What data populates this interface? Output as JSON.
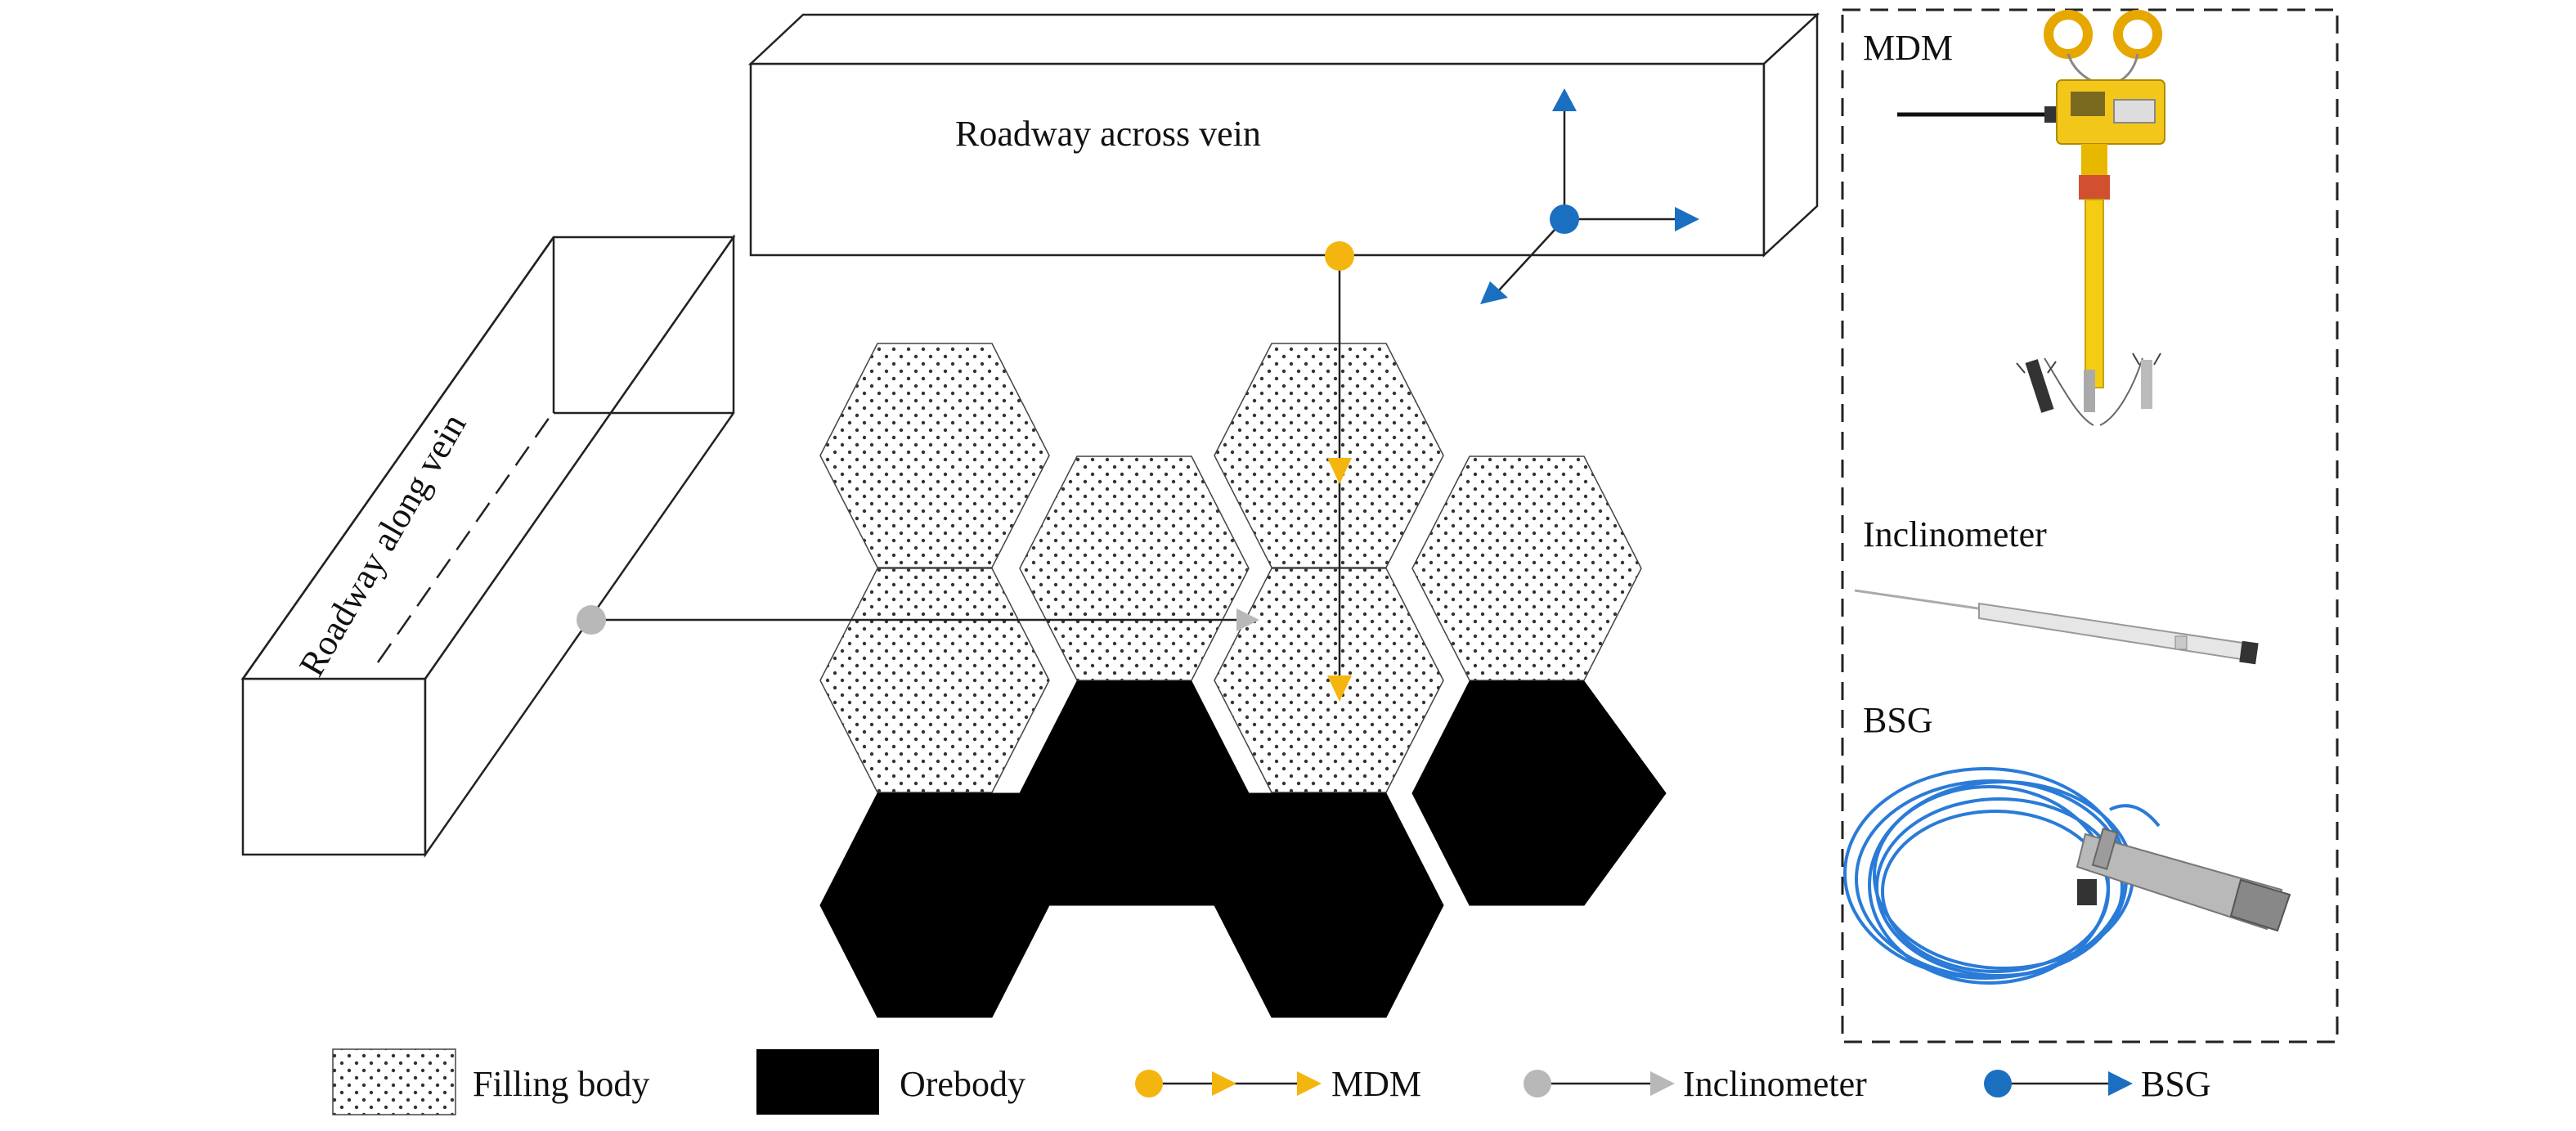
{
  "labels": {
    "roadway_across": "Roadway across vein",
    "roadway_along": "Roadway along vein"
  },
  "devices": {
    "mdm": "MDM",
    "inclinometer": "Inclinometer",
    "bsg": "BSG"
  },
  "legend": {
    "filling": "Filling body",
    "orebody": "Orebody",
    "mdm": "MDM",
    "inclinometer": "Inclinometer",
    "bsg": "BSG"
  },
  "colors": {
    "mdm": "#f5b50f",
    "inclinometer": "#b8b8b8",
    "bsg": "#1b6fc0",
    "orebody": "#000000",
    "filling_dots": "#333333"
  }
}
